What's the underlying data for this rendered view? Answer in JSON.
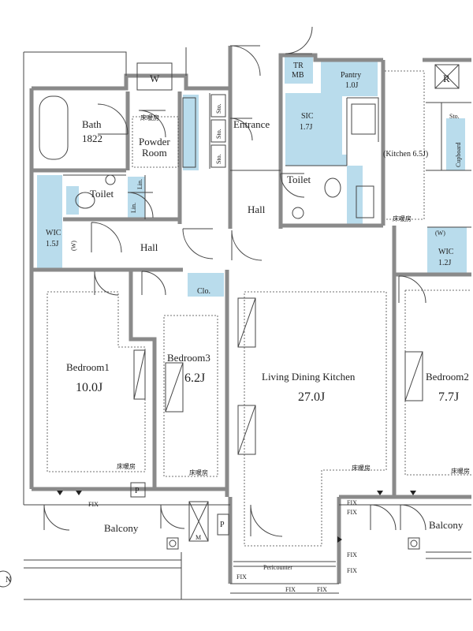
{
  "colors": {
    "storage_fill": "#b9dcec",
    "wall": "#8a8a8a",
    "line": "#444444"
  },
  "rooms": {
    "bath": {
      "name": "Bath",
      "size": "1822"
    },
    "powder_room": {
      "name_line1": "Powder",
      "name_line2": "Room",
      "floor_heating": "床暖房"
    },
    "entrance": {
      "name": "Entrance"
    },
    "tr_mb": {
      "line1": "TR",
      "line2": "MB"
    },
    "pantry": {
      "name": "Pantry",
      "size": "1.0J"
    },
    "sic": {
      "name": "SIC",
      "size": "1.7J"
    },
    "kitchen": {
      "name": "(Kitchen 6.5J)",
      "floor_heating": "床暖房"
    },
    "toilet_left": {
      "name": "Toilet"
    },
    "toilet_right": {
      "name": "Toilet"
    },
    "hall_upper": {
      "name": "Hall"
    },
    "hall_lower": {
      "name": "Hall"
    },
    "wic_left": {
      "name": "WIC",
      "size": "1.5J",
      "w": "(W)"
    },
    "wic_right": {
      "name": "WIC",
      "size": "1.2J",
      "w": "(W)"
    },
    "lin_1": {
      "name": "Lin."
    },
    "lin_2": {
      "name": "Lin."
    },
    "sto_1": {
      "name": "Sto."
    },
    "sto_2": {
      "name": "Sto."
    },
    "sto_3": {
      "name": "Sto."
    },
    "sto_right": {
      "name": "Sto."
    },
    "cupboard": {
      "name": "Cupboard"
    },
    "closet": {
      "name": "Clo."
    },
    "bedroom1": {
      "name": "Bedroom1",
      "size": "10.0J",
      "floor_heating": "床暖房"
    },
    "bedroom3": {
      "name": "Bedroom3",
      "size": "6.2J",
      "floor_heating": "床暖房"
    },
    "ldk": {
      "name": "Living Dining Kitchen",
      "size": "27.0J",
      "floor_heating": "床暖房"
    },
    "bedroom2": {
      "name": "Bedroom2",
      "size": "7.7J",
      "floor_heating": "床暖房"
    },
    "balcony_left": {
      "name": "Balcony"
    },
    "balcony_right": {
      "name": "Balcony"
    }
  },
  "fixtures": {
    "refrigerator": "R",
    "washer": "W",
    "meter_box": "M",
    "pipe_space_1": "P",
    "pipe_space_2": "P",
    "pericounter": "Pericounter"
  },
  "window_marks": {
    "fix_1": "FIX",
    "fix_2": "FIX",
    "fix_3": "FIX",
    "fix_4": "FIX",
    "fix_5": "FIX",
    "fix_6": "FIX",
    "fix_7": "FIX",
    "fix_8": "FIX"
  },
  "compass": {
    "letter": "N"
  }
}
